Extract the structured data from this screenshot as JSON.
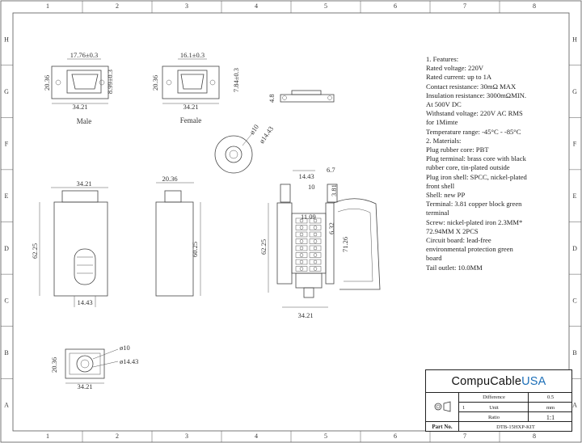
{
  "grid": {
    "columns": [
      "1",
      "2",
      "3",
      "4",
      "5",
      "6",
      "7",
      "8"
    ],
    "rows": [
      "H",
      "G",
      "F",
      "E",
      "D",
      "C",
      "B",
      "A"
    ]
  },
  "views": {
    "male": {
      "label": "Male",
      "dims": {
        "top": "17.76±0.3",
        "side": "8.99±0.3",
        "height": "20.36",
        "width": "34.21"
      }
    },
    "female": {
      "label": "Female",
      "dims": {
        "top": "16.1±0.3",
        "side": "7.84±0.3",
        "height": "20.36",
        "width": "34.21"
      }
    },
    "thin_side": {
      "dims": {
        "height": "4.8"
      }
    },
    "tail": {
      "dims": {
        "inner": "ø10",
        "outer": "ø14.43"
      }
    },
    "front": {
      "dims": {
        "top": "34.21",
        "height": "62.25",
        "bottom": "14.43"
      }
    },
    "side": {
      "dims": {
        "top": "20.36",
        "height": "60.25"
      }
    },
    "assembly": {
      "dims": {
        "a": "14.43",
        "b": "10",
        "c": "6.7",
        "d": "3.81",
        "e": "11.09",
        "f": "6.32",
        "g": "71.26",
        "height": "62.25",
        "width": "34.21"
      }
    },
    "bottom": {
      "dims": {
        "height": "20.36",
        "inner": "ø10",
        "outer": "ø14.43",
        "width": "34.21"
      }
    }
  },
  "notes": [
    "1. Features:",
    "Rated voltage: 220V",
    "Rated current: up to 1A",
    "Contact resistance: 30mΩ MAX",
    "Insulation resistance: 3000mΩMIN.",
    "At 500V DC",
    "Withstand voltage: 220V AC RMS",
    "for 1Mimte",
    "Temperature range: -45°C - -85°C",
    "2. Materials:",
    "Plug rubber core: PBT",
    "Plug terminal: brass core with black",
    "rubber core, tin-plated outside",
    "Plug iron shell: SPCC, nickel-plated",
    "front shell",
    "Shell: new PP",
    "Terminal: 3.81 copper block green",
    "terminal",
    "Screw: nickel-plated iron 2.3MM*",
    "72.94MM X 2PCS",
    "Circuit board: lead-free",
    "environmental protection green",
    "board",
    "Tail outlet: 10.0MM"
  ],
  "title_block": {
    "logo_main": "CompuCable",
    "logo_accent": "USA",
    "difference_label": "Difference",
    "difference_value": "0.5",
    "unit_label": "Unit",
    "unit_value": "mm",
    "unit_index": "1",
    "ratio_label": "Ratio",
    "ratio_value": "1:1",
    "part_label": "Part No.",
    "part_value": "DTB-15HXP-KIT"
  }
}
